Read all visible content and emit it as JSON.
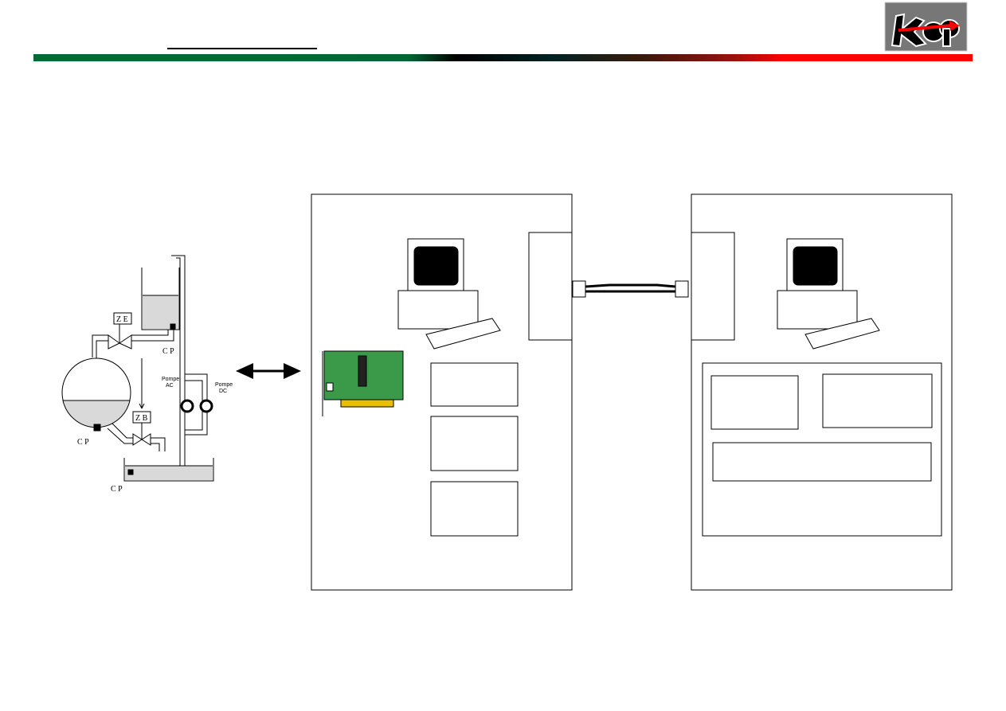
{
  "logo": {
    "text": "kap"
  },
  "process": {
    "valve_top": "Z E",
    "valve_bottom": "Z B",
    "sensor_top": "C P",
    "sensor_sphere": "C P",
    "sensor_bottom": "C P",
    "pump_ac": [
      "Pompe",
      "AC"
    ],
    "pump_dc": [
      "Pompe",
      "DC"
    ]
  },
  "colors": {
    "green": "#006a35",
    "red": "#ff0000",
    "tank_fill": "#d9d9d9"
  }
}
